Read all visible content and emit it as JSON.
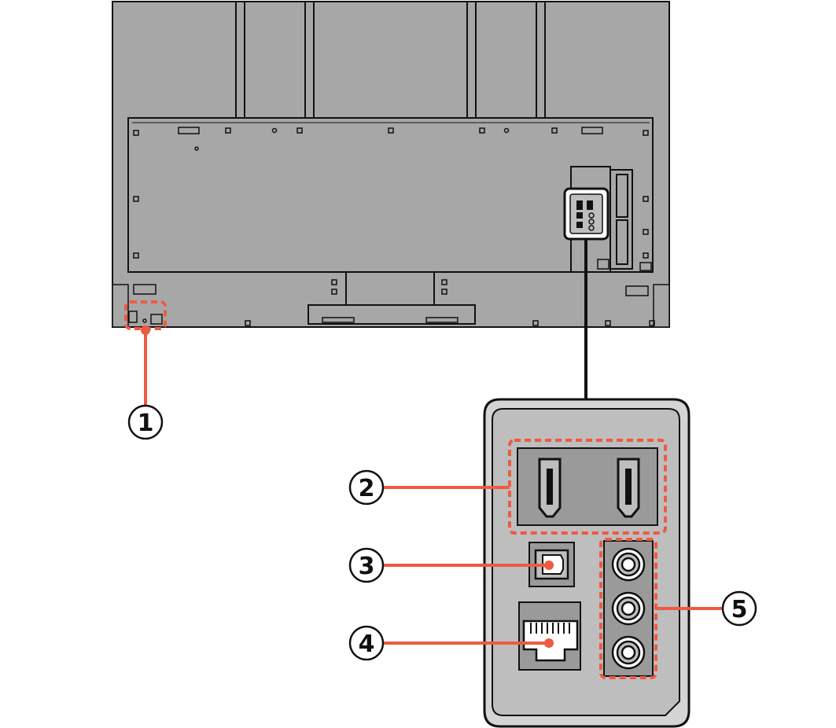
{
  "colors": {
    "tv_body": "#a7a7a7",
    "outline": "#111111",
    "panel_fill": "#d4d4d4",
    "panel_inner": "#bebebe",
    "port_dark": "#9a9a9a",
    "callout": "#ee5a42"
  },
  "callouts": [
    {
      "id": "c1",
      "label": "1",
      "target": "terminal-area-left"
    },
    {
      "id": "c2",
      "label": "2",
      "target": "hdmi-ports"
    },
    {
      "id": "c3",
      "label": "3",
      "target": "optical-port"
    },
    {
      "id": "c4",
      "label": "4",
      "target": "lan-port"
    },
    {
      "id": "c5",
      "label": "5",
      "target": "av-jacks"
    }
  ]
}
